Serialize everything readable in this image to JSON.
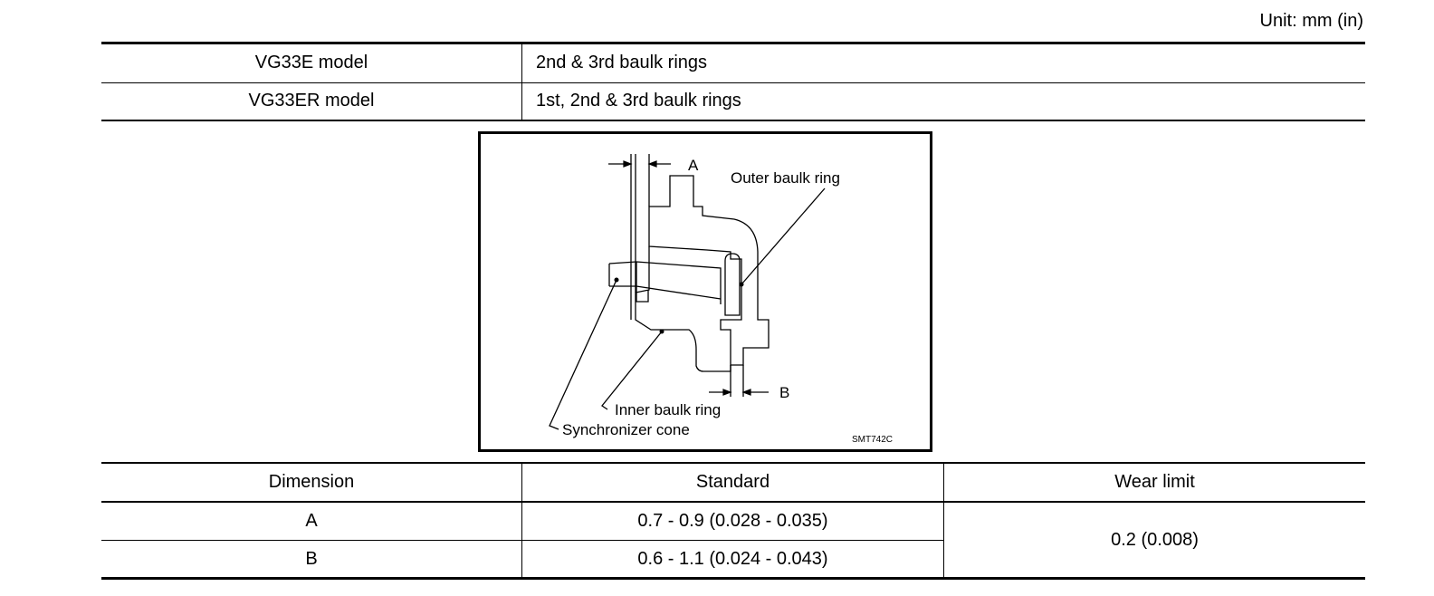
{
  "unit_note": "Unit: mm (in)",
  "models": [
    {
      "model": "VG33E model",
      "rings": "2nd & 3rd baulk rings"
    },
    {
      "model": "VG33ER model",
      "rings": "1st, 2nd & 3rd baulk rings"
    }
  ],
  "figure": {
    "label_a": "A",
    "label_b": "B",
    "outer_ring": "Outer baulk ring",
    "inner_ring": "Inner baulk ring",
    "sync_cone": "Synchronizer cone",
    "code": "SMT742C"
  },
  "spec_table": {
    "headers": [
      "Dimension",
      "Standard",
      "Wear limit"
    ],
    "rows": [
      {
        "dimension": "A",
        "standard": "0.7 - 0.9 (0.028 - 0.035)"
      },
      {
        "dimension": "B",
        "standard": "0.6 - 1.1 (0.024 - 0.043)"
      }
    ],
    "wear_limit": "0.2 (0.008)"
  }
}
